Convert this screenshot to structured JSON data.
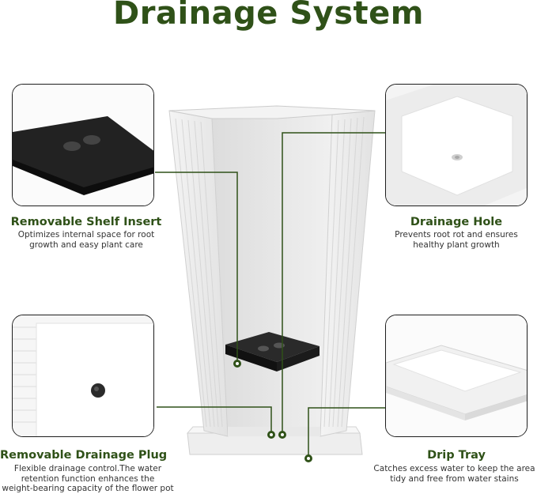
{
  "title": "Drainage System",
  "features": [
    {
      "label": "Removable Shelf Insert",
      "desc_lines": [
        "Optimizes internal space for root",
        "growth and easy plant care"
      ]
    },
    {
      "label": "Drainage Hole",
      "desc_lines": [
        "Prevents root rot and ensures",
        "healthy plant growth"
      ]
    },
    {
      "label": "Removable Drainage Plug",
      "desc_lines": [
        "Flexible drainage control.The water",
        "retention function enhances the",
        "weight-bearing capacity of the flower pot"
      ]
    },
    {
      "label": "Drip Tray",
      "desc_lines": [
        "Catches excess water to keep the area",
        "tidy and free from water stains"
      ]
    }
  ],
  "colors": {
    "accent_green": "#2f5118",
    "callout_line": "#2f5118"
  }
}
